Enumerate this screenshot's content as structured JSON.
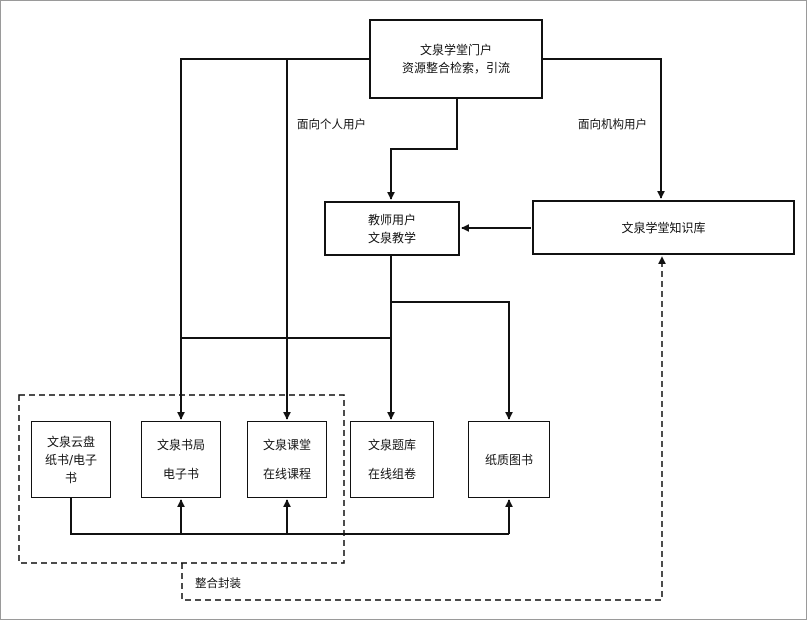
{
  "nodes": {
    "portal": {
      "line1": "文泉学堂门户",
      "line2": "资源整合检索，引流"
    },
    "teaching": {
      "line1": "教师用户",
      "line2": "文泉教学"
    },
    "knowledge": {
      "line1": "文泉学堂知识库"
    },
    "cloud": {
      "line1": "文泉云盘",
      "line2": "纸书/电子",
      "line3": "书"
    },
    "bookstore": {
      "line1": "文泉书局",
      "line2": "电子书"
    },
    "classroom": {
      "line1": "文泉课堂",
      "line2": "在线课程"
    },
    "questions": {
      "line1": "文泉题库",
      "line2": "在线组卷"
    },
    "paper": {
      "line1": "纸质图书"
    }
  },
  "labels": {
    "individual": "面向个人用户",
    "institution": "面向机构用户",
    "package": "整合封装"
  }
}
